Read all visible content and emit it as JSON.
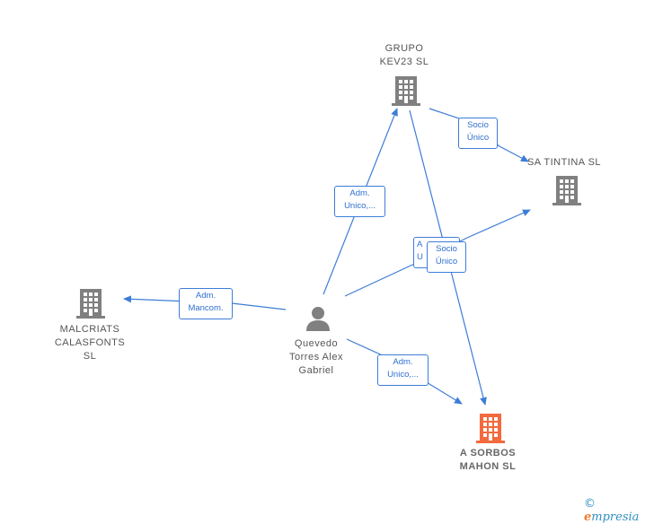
{
  "nodes": {
    "grupo": {
      "label": "GRUPO\nKEV23  SL",
      "icon": "building-icon",
      "color": "#808080"
    },
    "tintina": {
      "label": "SA TINTINA  SL",
      "icon": "building-icon",
      "color": "#808080"
    },
    "malcriats": {
      "label": "MALCRIATS\nCALASFONTS\nSL",
      "icon": "building-icon",
      "color": "#808080"
    },
    "quevedo": {
      "label": "Quevedo\nTorres Alex\nGabriel",
      "icon": "person-icon",
      "color": "#808080"
    },
    "sorbos": {
      "label": "A SORBOS\nMAHON  SL",
      "icon": "building-icon",
      "color": "#f26a3d"
    }
  },
  "edge_labels": {
    "socio_grupo_tintina": "Socio\nÚnico",
    "adm_quevedo_grupo": "Adm.\nUnico,...",
    "socio_back": "A\nU",
    "socio_grupo_sorbos": "Socio\nÚnico",
    "adm_quevedo_malcriats": "Adm.\nMancom.",
    "adm_quevedo_sorbos": "Adm.\nUnico,..."
  },
  "colors": {
    "edge": "#3d7dd8",
    "icon_gray": "#808080",
    "icon_orange": "#f26a3d"
  },
  "brand": {
    "copyright": "©",
    "e": "e",
    "rest": "mpresia"
  }
}
